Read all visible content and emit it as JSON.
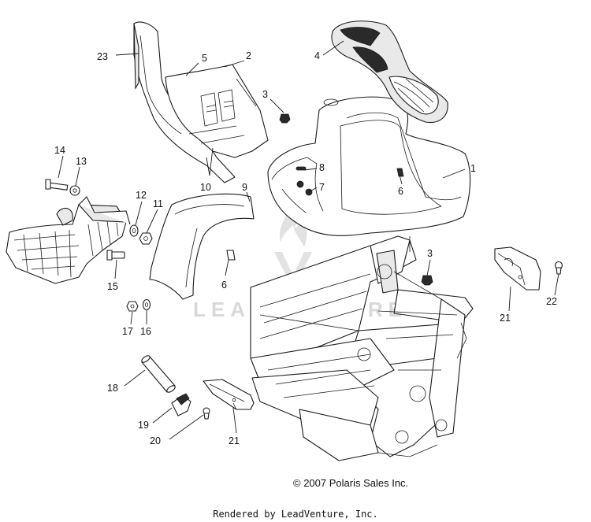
{
  "diagram": {
    "callouts": [
      {
        "id": "c1",
        "label": "1"
      },
      {
        "id": "c2",
        "label": "2"
      },
      {
        "id": "c3a",
        "label": "3"
      },
      {
        "id": "c3b",
        "label": "3"
      },
      {
        "id": "c4",
        "label": "4"
      },
      {
        "id": "c5",
        "label": "5"
      },
      {
        "id": "c6a",
        "label": "6"
      },
      {
        "id": "c6b",
        "label": "6"
      },
      {
        "id": "c7",
        "label": "7"
      },
      {
        "id": "c8",
        "label": "8"
      },
      {
        "id": "c9",
        "label": "9"
      },
      {
        "id": "c10",
        "label": "10"
      },
      {
        "id": "c11",
        "label": "11"
      },
      {
        "id": "c12",
        "label": "12"
      },
      {
        "id": "c13",
        "label": "13"
      },
      {
        "id": "c14",
        "label": "14"
      },
      {
        "id": "c15",
        "label": "15"
      },
      {
        "id": "c16",
        "label": "16"
      },
      {
        "id": "c17",
        "label": "17"
      },
      {
        "id": "c18",
        "label": "18"
      },
      {
        "id": "c19",
        "label": "19"
      },
      {
        "id": "c20",
        "label": "20"
      },
      {
        "id": "c21a",
        "label": "21"
      },
      {
        "id": "c21b",
        "label": "21"
      },
      {
        "id": "c22",
        "label": "22"
      },
      {
        "id": "c23",
        "label": "23"
      }
    ],
    "watermark_text": "LEADVENTURE",
    "copyright": "© 2007 Polaris Sales Inc.",
    "rendered_by": "Rendered by LeadVenture, Inc."
  },
  "colors": {
    "line": "#1a1a1a",
    "watermark": "#d8d8d8",
    "background": "#ffffff"
  }
}
